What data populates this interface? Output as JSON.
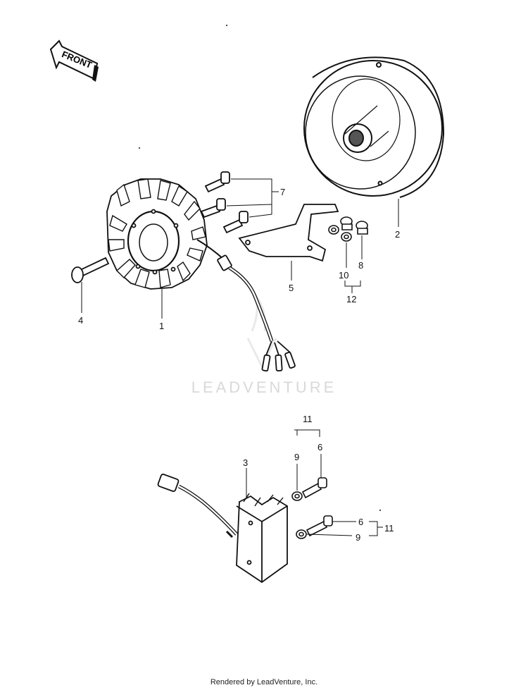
{
  "direction_arrow": {
    "label": "FRONT"
  },
  "callouts": {
    "stator": "1",
    "rotor": "2",
    "regulator": "3",
    "stator_bolt": "4",
    "bracket": "5",
    "reg_bolt_upper": "6",
    "reg_bolt_lower": "6",
    "stator_screws": "7",
    "bracket_bolt": "8",
    "reg_washer_upper": "9",
    "reg_washer_lower": "9",
    "bracket_washer": "10",
    "reg_set_upper": "11",
    "reg_set_lower": "11",
    "bracket_set": "12"
  },
  "watermark": "LEADVENTURE",
  "footer": "Rendered by LeadVenture, Inc."
}
